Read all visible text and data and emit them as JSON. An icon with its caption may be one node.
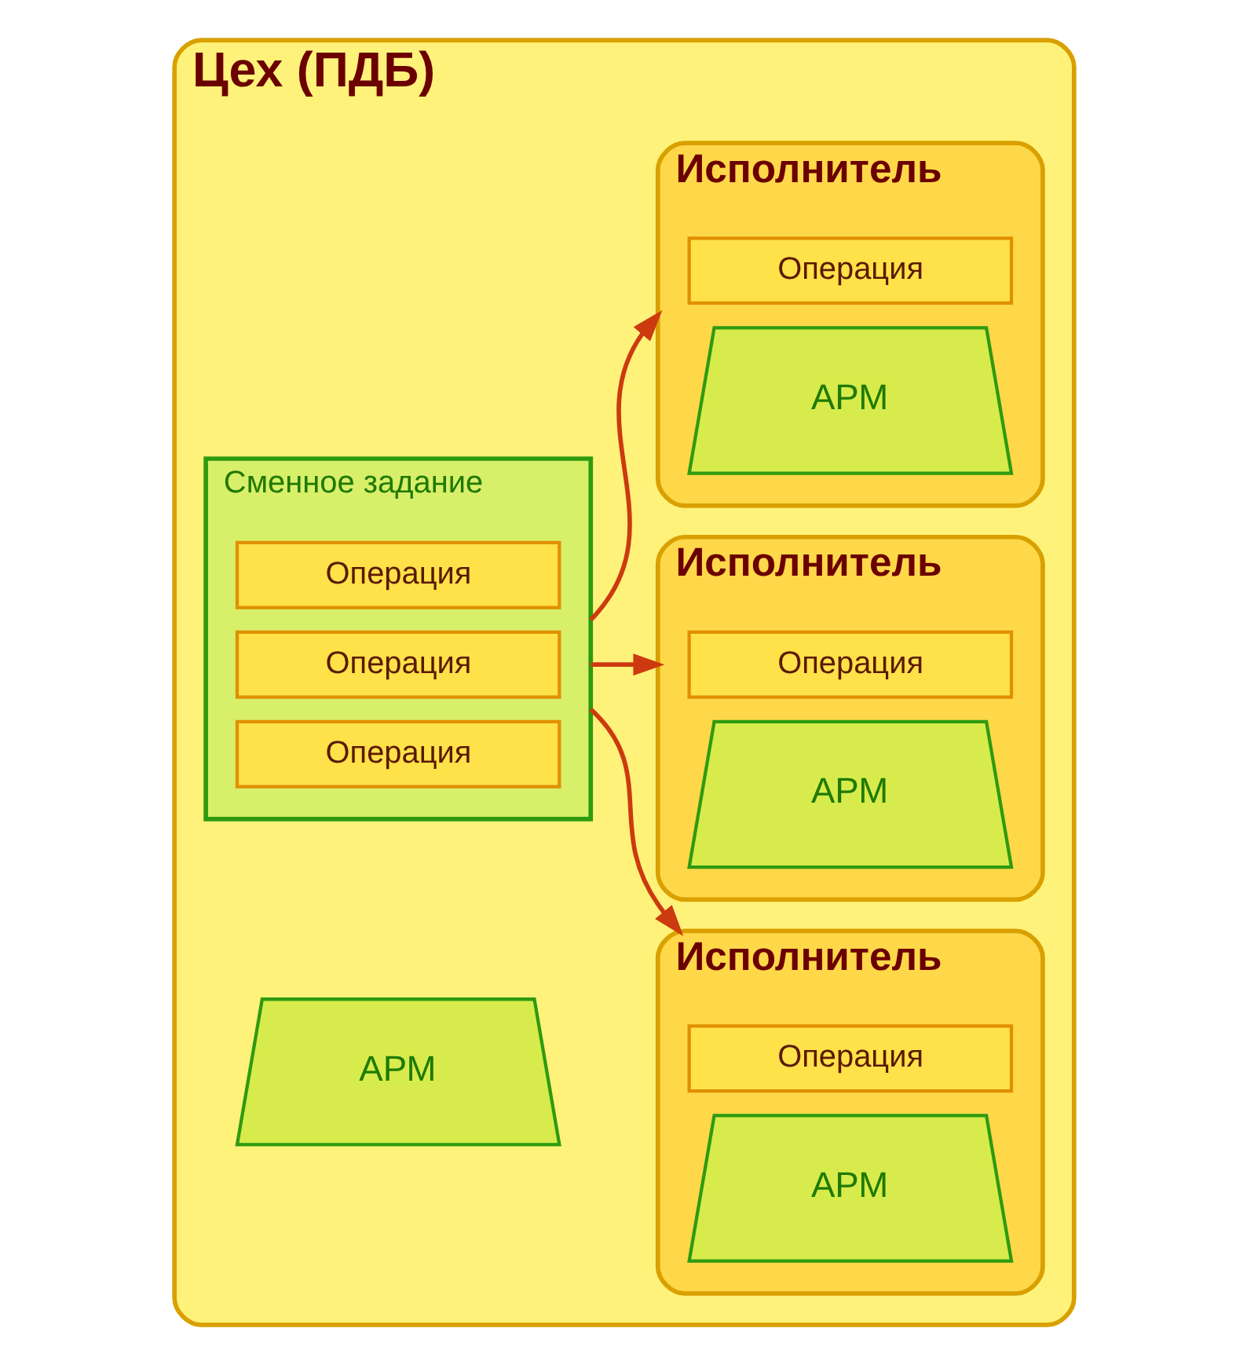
{
  "diagram": {
    "nodes": [
      {
        "text": [
          "Цех (ПДБ)"
        ]
      },
      {
        "text": [
          "Сменное задание"
        ],
        "in": 0
      },
      {
        "text": [
          "Операция"
        ],
        "in": 1
      },
      {
        "text": [
          "Операция"
        ],
        "in": 1
      },
      {
        "text": [
          "Операция"
        ],
        "in": 1
      },
      {
        "text": [
          "АРМ"
        ],
        "in": 0
      },
      {
        "text": [
          "Исполнитель"
        ],
        "in": 0
      },
      {
        "text": [
          "Операция"
        ],
        "in": 6
      },
      {
        "text": [
          "АРМ"
        ],
        "in": 6
      },
      {
        "text": [
          "Исполнитель"
        ],
        "in": 0
      },
      {
        "text": [
          "Операция"
        ],
        "in": 9
      },
      {
        "text": [
          "АРМ"
        ],
        "in": 9
      },
      {
        "text": [
          "Исполнитель"
        ],
        "in": 0
      },
      {
        "text": [
          "Операция"
        ],
        "in": 12
      },
      {
        "text": [
          "АРМ"
        ],
        "in": 12
      }
    ],
    "edges": [
      {
        "from": 1,
        "to": 6,
        "arrow": "to"
      },
      {
        "from": 1,
        "to": 9,
        "arrow": "to"
      },
      {
        "from": 1,
        "to": 12,
        "arrow": "to"
      }
    ]
  }
}
